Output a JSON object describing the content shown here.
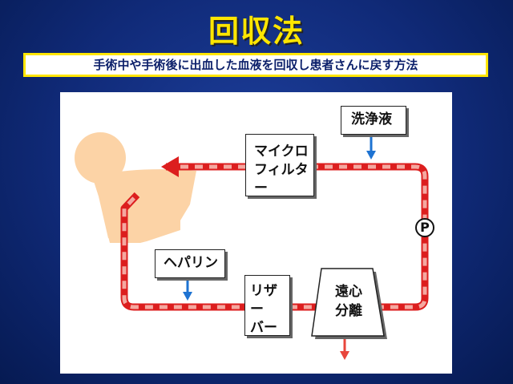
{
  "title": "回収法",
  "subtitle": "手術中や手術後に出血した血液を回収し患者さんに戻す方法",
  "diagram": {
    "filter_line1": "マイクロ",
    "filter_line2": "フィルター",
    "wash_label": "洗浄液",
    "heparin_label": "ヘパリン",
    "reservoir_line1": "リザー",
    "reservoir_line2": "バー",
    "centrifuge_line1": "遠心",
    "centrifuge_line2": "分離",
    "pump_label": "P",
    "colors": {
      "tube_dark": "#dc1e1e",
      "tube_light": "#f4a8a0",
      "patient": "#fcd3a6",
      "arrow_blue": "#1e73d2",
      "arrow_red": "#e8463c"
    }
  }
}
